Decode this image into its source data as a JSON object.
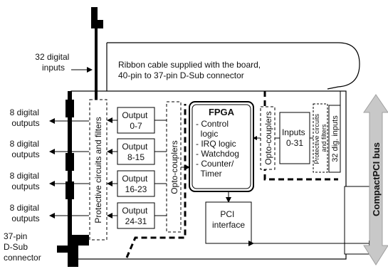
{
  "left_labels": {
    "digital_inputs": [
      "32 digital",
      "inputs"
    ],
    "outputs_a": [
      "8 digital",
      "outputs"
    ],
    "outputs_b": [
      "8 digital",
      "outputs"
    ],
    "outputs_c": [
      "8 digital",
      "outputs"
    ],
    "outputs_d": [
      "8 digital",
      "outputs"
    ],
    "connector": [
      "37-pin",
      "D-Sub",
      "connector"
    ]
  },
  "ribbon_note": [
    "Ribbon cable supplied with the board,",
    "40-pin to 37-pin D-Sub connector"
  ],
  "protective_left": "Protective circuits and filters",
  "outputs": [
    [
      "Output",
      "0-7"
    ],
    [
      "Output",
      "8-15"
    ],
    [
      "Output",
      "16-23"
    ],
    [
      "Output",
      "24-31"
    ]
  ],
  "optocouplers_left": "Opto-couplers",
  "fpga": {
    "title": "FPGA",
    "lines": [
      "- Control",
      "  logic",
      "- IRQ logic",
      "- Watchdog",
      "- Counter/",
      "  Timer"
    ]
  },
  "pci_interface": [
    "PCI",
    "interface"
  ],
  "optocouplers_right": "Opto-couplers",
  "inputs_box": [
    "Inputs",
    "0-31"
  ],
  "protective_right": [
    "Protective circuits",
    "and filters"
  ],
  "dig_inputs_vertical": "32 dig. inputs",
  "bus_label": "CompactPCI bus",
  "colors": {
    "bus_arrow": "#c8c8c8",
    "board_fill": "#ffffff",
    "line": "#000000"
  }
}
